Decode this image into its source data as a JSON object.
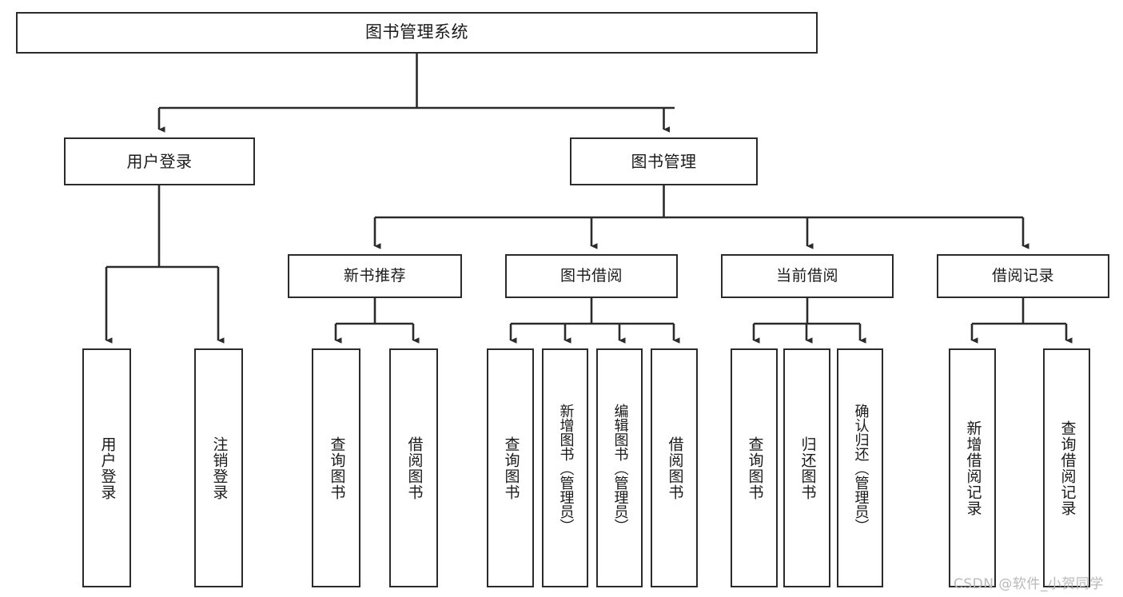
{
  "diagram": {
    "title": "图书管理系统",
    "type": "tree-hierarchy-chart",
    "colors": {
      "box_border": "#2b2b2b",
      "box_fill": "#ffffff",
      "connector": "#2b2b2b",
      "text": "#1a1a1a",
      "watermark": "#b9b9b9",
      "background": "#ffffff"
    },
    "watermark": "CSDN @软件_小贺同学",
    "nodes": {
      "root": {
        "label": "图书管理系统"
      },
      "level2": [
        {
          "id": "user-login",
          "label": "用户登录"
        },
        {
          "id": "book-manage",
          "label": "图书管理"
        }
      ],
      "level3": [
        {
          "id": "new-book-recommend",
          "label": "新书推荐"
        },
        {
          "id": "book-borrow",
          "label": "图书借阅"
        },
        {
          "id": "current-borrow",
          "label": "当前借阅"
        },
        {
          "id": "borrow-record",
          "label": "借阅记录"
        }
      ],
      "leaves": [
        {
          "id": "leaf-user-login",
          "label": "用户登录",
          "parent": "user-login"
        },
        {
          "id": "leaf-logout-login",
          "label": "注销登录",
          "parent": "user-login"
        },
        {
          "id": "leaf-query-book-1",
          "label": "查询图书",
          "parent": "new-book-recommend"
        },
        {
          "id": "leaf-borrow-book-1",
          "label": "借阅图书",
          "parent": "new-book-recommend"
        },
        {
          "id": "leaf-query-book-2",
          "label": "查询图书",
          "parent": "book-borrow"
        },
        {
          "id": "leaf-add-book-admin",
          "label": "新增图书（管理员）",
          "parent": "book-borrow"
        },
        {
          "id": "leaf-edit-book-admin",
          "label": "编辑图书（管理员）",
          "parent": "book-borrow"
        },
        {
          "id": "leaf-borrow-book-2",
          "label": "借阅图书",
          "parent": "book-borrow"
        },
        {
          "id": "leaf-query-book-3",
          "label": "查询图书",
          "parent": "current-borrow"
        },
        {
          "id": "leaf-return-book",
          "label": "归还图书",
          "parent": "current-borrow"
        },
        {
          "id": "leaf-confirm-return-admin",
          "label": "确认归还（管理员）",
          "parent": "current-borrow"
        },
        {
          "id": "leaf-add-borrow-record",
          "label": "新增借阅记录",
          "parent": "borrow-record"
        },
        {
          "id": "leaf-query-borrow-record",
          "label": "查询借阅记录",
          "parent": "borrow-record"
        }
      ]
    }
  }
}
